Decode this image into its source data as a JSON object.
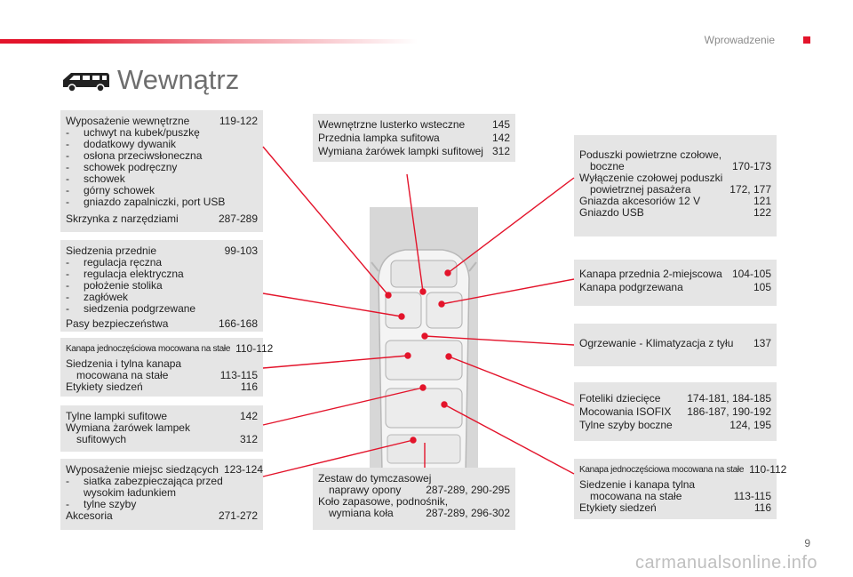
{
  "header": {
    "section": "Wprowadzenie"
  },
  "title": "Wewnątrz",
  "boxes": {
    "equipment": {
      "title": "Wyposażenie wewnętrzne",
      "title_pages": "119-122",
      "items": [
        "uchwyt na kubek/puszkę",
        "dodatkowy dywanik",
        "osłona przeciwsłoneczna",
        "schowek podręczny",
        "schowek",
        "górny schowek",
        "gniazdo zapalniczki, port USB"
      ],
      "toolbox": "Skrzynka z narzędziami",
      "toolbox_pages": "287-289"
    },
    "front_seats": {
      "title": "Siedzenia przednie",
      "title_pages": "99-103",
      "items": [
        "regulacja ręczna",
        "regulacja elektryczna",
        "położenie stolika",
        "zagłówek",
        "siedzenia podgrzewane"
      ],
      "belts": "Pasy bezpieczeństwa",
      "belts_pages": "166-168"
    },
    "bench_left": {
      "line1": "Kanapa jednoczęściowa mocowana na stałe",
      "line1_pages": "110-112",
      "line2a": "Siedzenia i tylna kanapa",
      "line2b": "mocowana na stałe",
      "line2_pages": "113-115",
      "line3": "Etykiety siedzeń",
      "line3_pages": "116"
    },
    "rear_lamps": {
      "line1": "Tylne lampki sufitowe",
      "line1_pages": "142",
      "line2a": "Wymiana żarówek lampek",
      "line2b": "sufitowych",
      "line2_pages": "312"
    },
    "passenger_equipment": {
      "title": "Wyposażenie miejsc siedzących",
      "title_pages": "123-124",
      "item1a": "siatka zabezpieczająca przed",
      "item1b": "wysokim ładunkiem",
      "item2": "tylne szyby",
      "acc": "Akcesoria",
      "acc_pages": "271-272"
    },
    "mirror": {
      "line1": "Wewnętrzne lusterko wsteczne",
      "line1_pages": "145",
      "line2": "Przednia lampka sufitowa",
      "line2_pages": "142",
      "line3": "Wymiana żarówek lampki sufitowej",
      "line3_pages": "312"
    },
    "repair": {
      "line1a": "Zestaw do tymczasowej",
      "line1b": "naprawy opony",
      "line1_pages": "287-289, 290-295",
      "line2a": "Koło zapasowe, podnośnik,",
      "line2b": "wymiana koła",
      "line2_pages": "287-289, 296-302"
    },
    "airbags": {
      "line1a": "Poduszki powietrzne czołowe,",
      "line1b": "boczne",
      "line1_pages": "170-173",
      "line2a": "Wyłączenie czołowej poduszki",
      "line2b": "powietrznej pasażera",
      "line2_pages": "172, 177",
      "line3": "Gniazda akcesoriów 12 V",
      "line3_pages": "121",
      "line4": "Gniazdo USB",
      "line4_pages": "122"
    },
    "front_bench": {
      "line1": "Kanapa przednia 2-miejscowa",
      "line1_pages": "104-105",
      "line2": "Kanapa podgrzewana",
      "line2_pages": "105"
    },
    "climate": {
      "line1": "Ogrzewanie - Klimatyzacja z tyłu",
      "line1_pages": "137"
    },
    "child": {
      "line1": "Foteliki dziecięce",
      "line1_pages": "174-181, 184-185",
      "line2": "Mocowania ISOFIX",
      "line2_pages": "186-187, 190-192",
      "line3": "Tylne szyby boczne",
      "line3_pages": "124, 195"
    },
    "bench_right": {
      "line1": "Kanapa jednoczęściowa mocowana na stałe",
      "line1_pages": "110-112",
      "line2a": "Siedzenie i kanapa tylna",
      "line2b": "mocowana na stałe",
      "line2_pages": "113-115",
      "line3": "Etykiety siedzeń",
      "line3_pages": "116"
    }
  },
  "page_number": "9",
  "watermark": "carmanualsonline.info",
  "colors": {
    "accent": "#e3142b",
    "box": "#e5e5e5",
    "car": "#d7d7d7"
  }
}
